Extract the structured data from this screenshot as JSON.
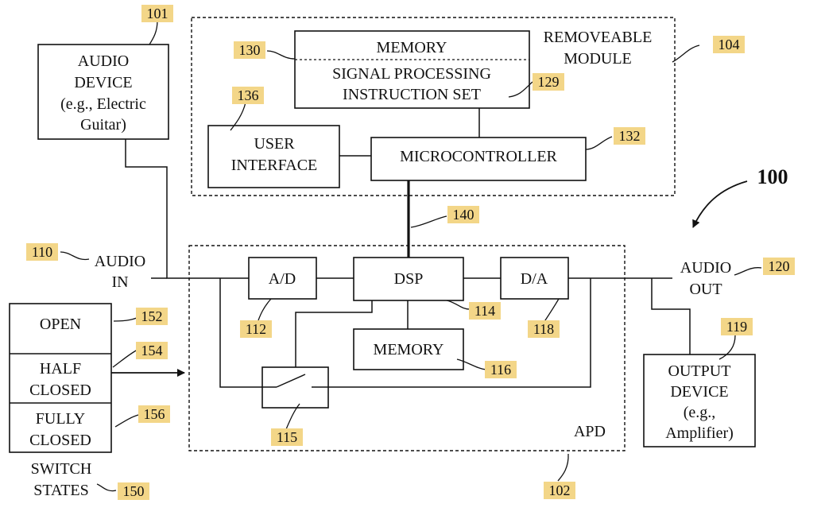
{
  "figure_number": "100",
  "blocks": {
    "audio_device": {
      "lines": [
        "AUDIO",
        "DEVICE",
        "(e.g., Electric",
        "Guitar)"
      ],
      "ref": "101"
    },
    "removeable_module": {
      "lines": [
        "REMOVEABLE",
        "MODULE"
      ],
      "ref": "104"
    },
    "module_memory": {
      "label": "MEMORY",
      "ref": "130"
    },
    "signal_processing": {
      "lines": [
        "SIGNAL PROCESSING",
        "INSTRUCTION SET"
      ],
      "ref": "129"
    },
    "user_interface": {
      "lines": [
        "USER",
        "INTERFACE"
      ],
      "ref": "136"
    },
    "microcontroller": {
      "label": "MICROCONTROLLER",
      "ref": "132"
    },
    "bus": {
      "ref": "140"
    },
    "audio_in": {
      "lines": [
        "AUDIO",
        "IN"
      ],
      "ref": "110"
    },
    "audio_out": {
      "lines": [
        "AUDIO",
        "OUT"
      ],
      "ref": "120"
    },
    "ad": {
      "label": "A/D",
      "ref": "112"
    },
    "dsp": {
      "label": "DSP",
      "ref": "114"
    },
    "da": {
      "label": "D/A",
      "ref": "118"
    },
    "apd_memory": {
      "label": "MEMORY",
      "ref": "116"
    },
    "switch": {
      "ref": "115"
    },
    "apd": {
      "label": "APD",
      "ref": "102"
    },
    "output_device": {
      "lines": [
        "OUTPUT",
        "DEVICE",
        "(e.g.,",
        "Amplifier)"
      ],
      "ref": "119"
    },
    "switch_states": {
      "open": {
        "label": "OPEN",
        "ref": "152"
      },
      "half_closed": {
        "lines": [
          "HALF",
          "CLOSED"
        ],
        "ref": "154"
      },
      "fully_closed": {
        "lines": [
          "FULLY",
          "CLOSED"
        ],
        "ref": "156"
      },
      "caption": {
        "lines": [
          "SWITCH",
          "STATES"
        ],
        "ref": "150"
      }
    }
  }
}
